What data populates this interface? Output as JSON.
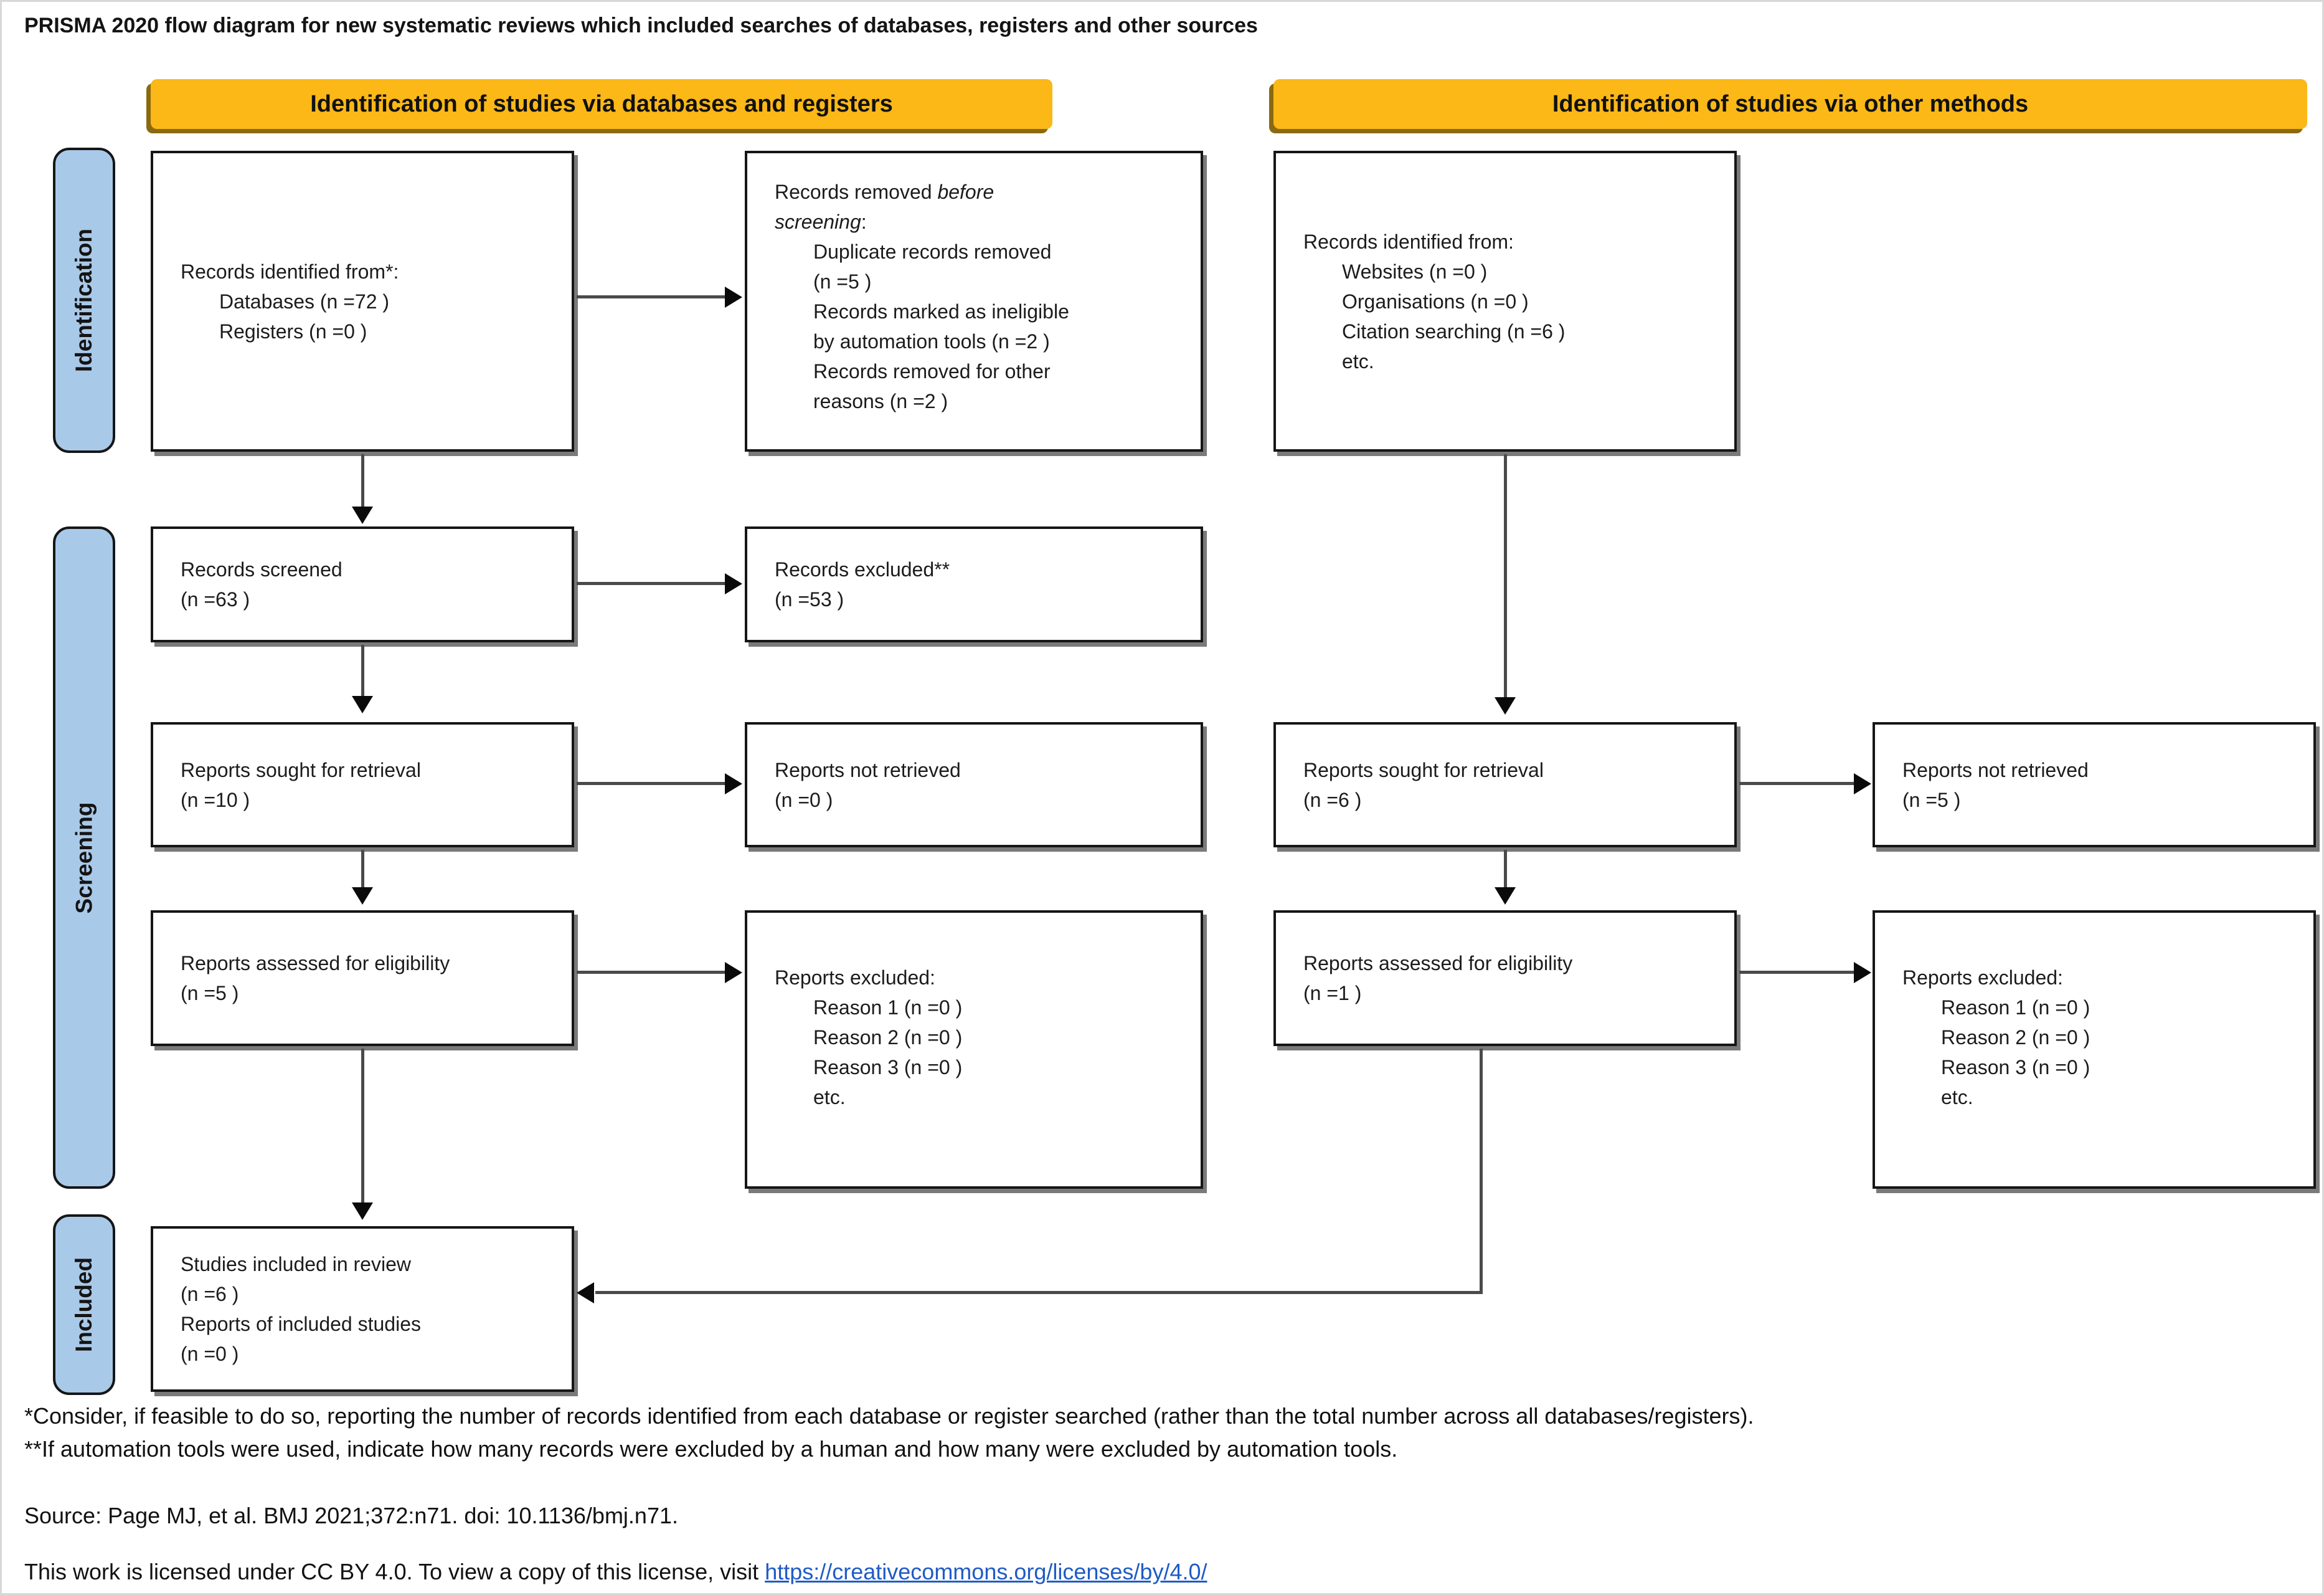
{
  "title": "PRISMA 2020 flow diagram for new systematic reviews which included searches of databases, registers and other sources",
  "colors": {
    "banner_fill": "#FBB817",
    "banner_shadow": "#8A6A10",
    "stage_fill": "#A9C9E9",
    "link": "#1F5BC5"
  },
  "banners": {
    "databases_registers": "Identification of studies via databases and registers",
    "other_methods": "Identification of studies via other methods"
  },
  "sidebar": {
    "identification": "Identification",
    "screening": "Screening",
    "included": "Included"
  },
  "boxes": {
    "records_identified": {
      "lines": [
        {
          "text": "Records identified from*:"
        },
        {
          "text": "Databases (n =72 )",
          "indent": true
        },
        {
          "text": "Registers (n =0 )",
          "indent": true
        }
      ]
    },
    "records_removed": {
      "lines": [
        {
          "segments": [
            {
              "text": "Records removed "
            },
            {
              "text": "before",
              "italic": true
            }
          ]
        },
        {
          "segments": [
            {
              "text": "screening",
              "italic": true
            },
            {
              "text": ":"
            }
          ]
        },
        {
          "text": "Duplicate records removed",
          "indent": true
        },
        {
          "text": "(n =5 )",
          "indent": true
        },
        {
          "text": "Records marked as ineligible",
          "indent": true
        },
        {
          "text": "by automation tools (n =2 )",
          "indent": true
        },
        {
          "text": "Records removed for other",
          "indent": true
        },
        {
          "text": "reasons (n =2 )",
          "indent": true
        }
      ]
    },
    "records_identified_other": {
      "lines": [
        {
          "text": "Records identified from:"
        },
        {
          "text": "Websites (n =0 )",
          "indent": true
        },
        {
          "text": "Organisations (n =0 )",
          "indent": true
        },
        {
          "text": "Citation searching (n =6 )",
          "indent": true
        },
        {
          "text": "etc.",
          "indent": true
        }
      ]
    },
    "records_screened": {
      "lines": [
        {
          "text": "Records screened"
        },
        {
          "text": "(n =63 )"
        }
      ]
    },
    "records_excluded": {
      "lines": [
        {
          "text": "Records excluded**"
        },
        {
          "text": "(n =53 )"
        }
      ]
    },
    "reports_sought": {
      "lines": [
        {
          "text": "Reports sought for retrieval"
        },
        {
          "text": "(n =10 )"
        }
      ]
    },
    "reports_not_retrieved": {
      "lines": [
        {
          "text": "Reports not retrieved"
        },
        {
          "text": "(n =0 )"
        }
      ]
    },
    "reports_sought_other": {
      "lines": [
        {
          "text": "Reports sought for retrieval"
        },
        {
          "text": "(n =6 )"
        }
      ]
    },
    "reports_not_retrieved_other": {
      "lines": [
        {
          "text": "Reports not retrieved"
        },
        {
          "text": "(n =5 )"
        }
      ]
    },
    "reports_assessed": {
      "lines": [
        {
          "text": "Reports assessed for eligibility"
        },
        {
          "text": "(n =5 )"
        }
      ]
    },
    "reports_excluded": {
      "lines": [
        {
          "text": "Reports excluded:"
        },
        {
          "text": "Reason 1 (n =0 )",
          "indent": true
        },
        {
          "text": "Reason 2 (n =0 )",
          "indent": true
        },
        {
          "text": "Reason 3 (n =0 )",
          "indent": true
        },
        {
          "text": "etc.",
          "indent": true
        }
      ]
    },
    "reports_assessed_other": {
      "lines": [
        {
          "text": "Reports assessed for eligibility"
        },
        {
          "text": "(n =1 )"
        }
      ]
    },
    "reports_excluded_other": {
      "lines": [
        {
          "text": "Reports excluded:"
        },
        {
          "text": "Reason 1 (n =0 )",
          "indent": true
        },
        {
          "text": "Reason 2 (n =0 )",
          "indent": true
        },
        {
          "text": "Reason 3 (n =0 )",
          "indent": true
        },
        {
          "text": "etc.",
          "indent": true
        }
      ]
    },
    "studies_included": {
      "lines": [
        {
          "text": "Studies included in review"
        },
        {
          "text": "(n =6 )"
        },
        {
          "text": "Reports of included studies"
        },
        {
          "text": "(n =0 )"
        }
      ]
    }
  },
  "footnotes": {
    "asterisk": "*Consider, if feasible to do so, reporting the number of records identified from each database or register searched (rather than the total number across all databases/registers).",
    "double_asterisk": "**If automation tools were used, indicate how many records were excluded by a human and how many were excluded by automation tools.",
    "source": "Source: Page MJ, et al. BMJ 2021;372:n71. doi: 10.1136/bmj.n71.",
    "license_text": "This work is licensed under CC BY 4.0. To view a copy of this license, visit ",
    "license_url": "https://creativecommons.org/licenses/by/4.0/"
  }
}
